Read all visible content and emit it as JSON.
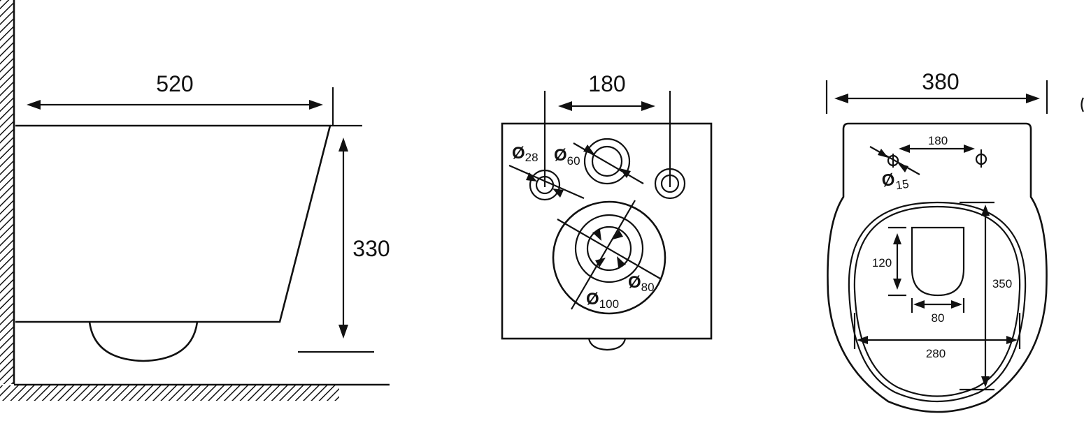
{
  "side_view": {
    "width_label": "520",
    "height_label": "330"
  },
  "rear_view": {
    "width_label": "180",
    "pipe_labels": {
      "d28_symbol": "Ø",
      "d28_value": "28",
      "d60_symbol": "Ø",
      "d60_value": "60",
      "d80_symbol": "Ø",
      "d80_value": "80",
      "d100_symbol": "Ø",
      "d100_value": "100"
    }
  },
  "top_view": {
    "width_label": "380",
    "bolt_spacing_label": "180",
    "bolt_diameter_symbol": "Ø",
    "bolt_diameter_value": "15",
    "outlet_height_label": "120",
    "outlet_width_label": "80",
    "bowl_width_label": "280",
    "bowl_length_label": "350"
  },
  "colors": {
    "line": "#111111",
    "background": "#ffffff"
  }
}
